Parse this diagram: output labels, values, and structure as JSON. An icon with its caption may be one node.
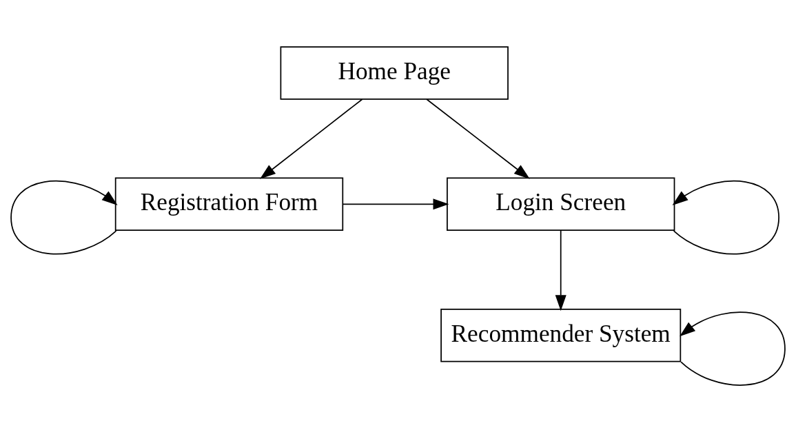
{
  "diagram": {
    "nodes": [
      {
        "text": [
          "Home Page"
        ]
      },
      {
        "text": [
          "Registration Form"
        ]
      },
      {
        "text": [
          "Login Screen"
        ]
      },
      {
        "text": [
          "Recommender System"
        ]
      }
    ],
    "edges": [
      {
        "from": 0,
        "to": 1,
        "arrow": "to"
      },
      {
        "from": 0,
        "to": 2,
        "arrow": "to"
      },
      {
        "from": 1,
        "to": 1,
        "arrow": "to"
      },
      {
        "from": 1,
        "to": 2,
        "arrow": "to"
      },
      {
        "from": 2,
        "to": 2,
        "arrow": "to"
      },
      {
        "from": 2,
        "to": 3,
        "arrow": "to"
      },
      {
        "from": 3,
        "to": 3,
        "arrow": "to"
      }
    ]
  }
}
